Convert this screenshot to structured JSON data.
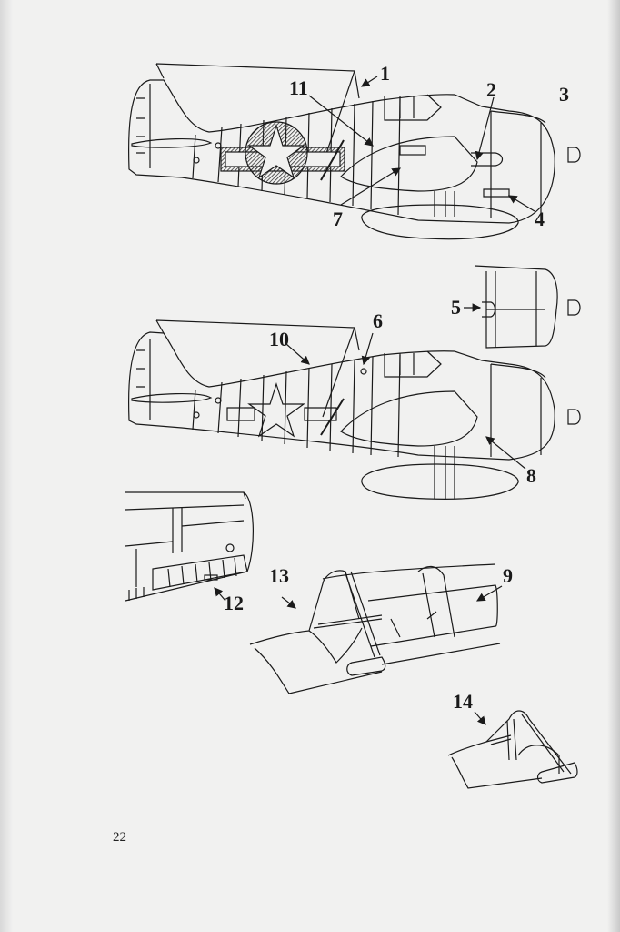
{
  "page": {
    "number": "22",
    "background": "#f1f1f0",
    "ink": "#1a1a1a"
  },
  "figures": [
    {
      "id": "fig-top-profile",
      "description": "Aircraft side profile with national insignia (star and bar) and drop tank",
      "callouts": [
        "1",
        "2",
        "3",
        "4",
        "7",
        "11"
      ]
    },
    {
      "id": "fig-nose-detail",
      "description": "Engine cowling detail",
      "callouts": [
        "5"
      ]
    },
    {
      "id": "fig-middle-profile",
      "description": "Aircraft side profile, outlined star insignia",
      "callouts": [
        "6",
        "8",
        "10"
      ]
    },
    {
      "id": "fig-wing-detail",
      "description": "Wing trailing edge / flap detail",
      "callouts": [
        "12"
      ]
    },
    {
      "id": "fig-canopy-open",
      "description": "Canopy framing detail",
      "callouts": [
        "9",
        "13"
      ]
    },
    {
      "id": "fig-windscreen",
      "description": "Windscreen detail",
      "callouts": [
        "14"
      ]
    }
  ],
  "callouts": {
    "c1": "1",
    "c2": "2",
    "c3": "3",
    "c4": "4",
    "c5": "5",
    "c6": "6",
    "c7": "7",
    "c8": "8",
    "c9": "9",
    "c10": "10",
    "c11": "11",
    "c12": "12",
    "c13": "13",
    "c14": "14"
  }
}
